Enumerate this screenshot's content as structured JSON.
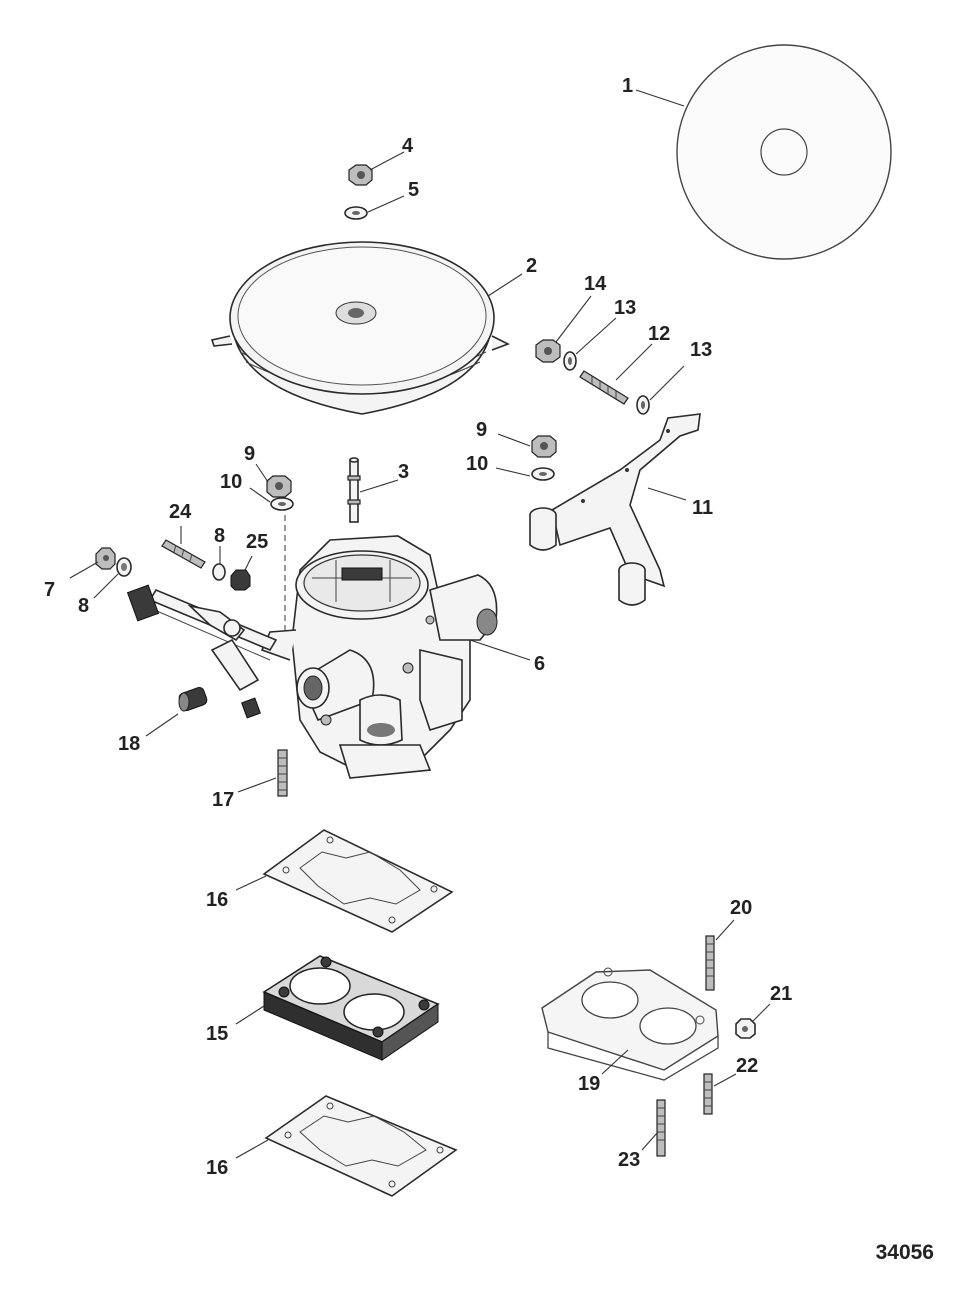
{
  "diagram": {
    "drawing_number": "34056",
    "callouts": {
      "c1": "1",
      "c2": "2",
      "c3": "3",
      "c4": "4",
      "c5": "5",
      "c6": "6",
      "c7": "7",
      "c8a": "8",
      "c8b": "8",
      "c9a": "9",
      "c9b": "9",
      "c10a": "10",
      "c10b": "10",
      "c11": "11",
      "c12": "12",
      "c13a": "13",
      "c13b": "13",
      "c14": "14",
      "c15": "15",
      "c16a": "16",
      "c16b": "16",
      "c17": "17",
      "c18": "18",
      "c19": "19",
      "c20": "20",
      "c21": "21",
      "c22": "22",
      "c23": "23",
      "c24": "24",
      "c25": "25"
    }
  }
}
